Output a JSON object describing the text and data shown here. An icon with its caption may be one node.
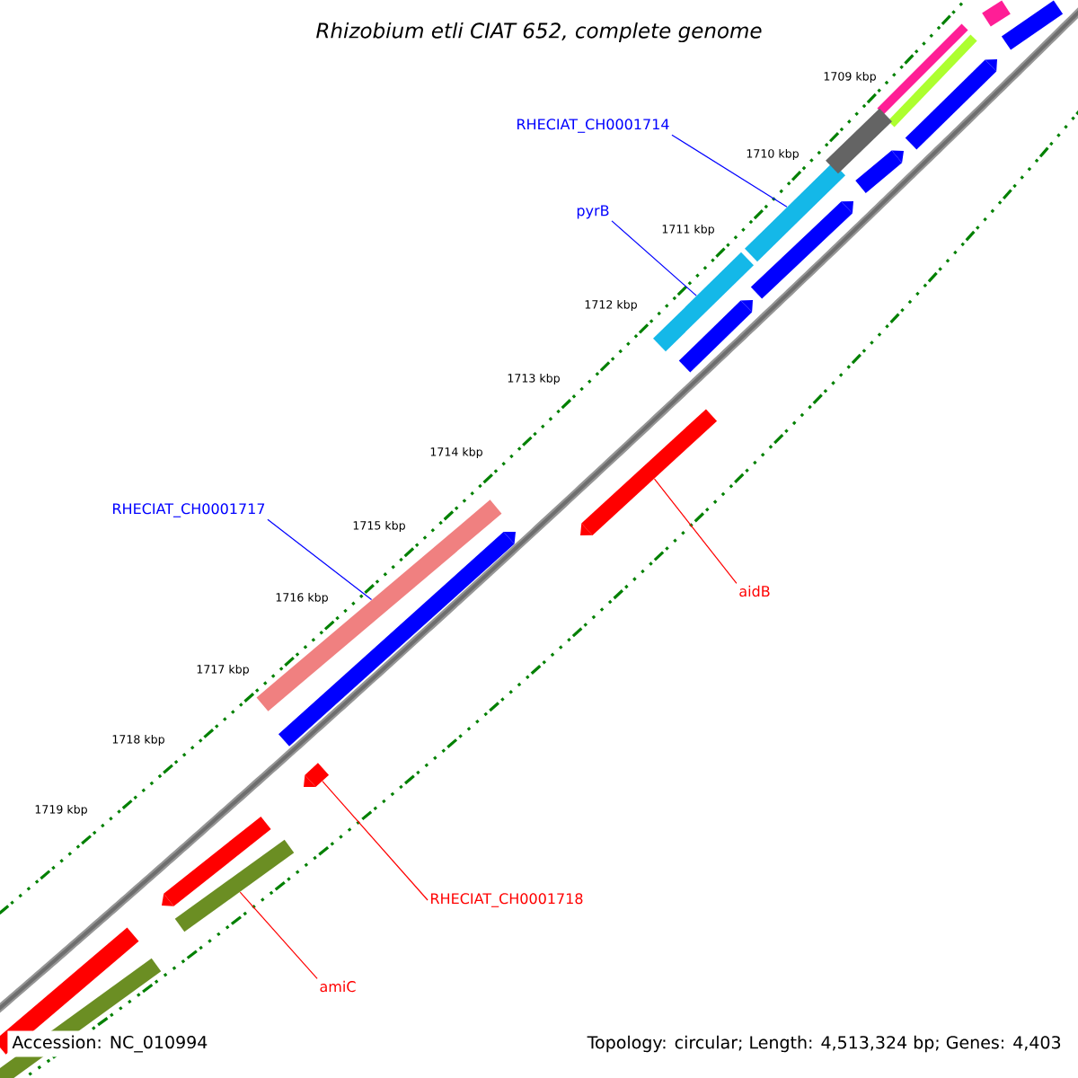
{
  "diagram": {
    "title": "Rhizobium etli CIAT 652, complete genome",
    "nodes": [
      {
        "text": [
          "RHECIAT_CH0001714"
        ]
      },
      {
        "text": [],
        "shape": "bar"
      },
      {
        "text": [
          "pyrB"
        ]
      },
      {
        "text": [],
        "shape": "bar"
      },
      {
        "text": [
          "RHECIAT_CH0001717"
        ]
      },
      {
        "text": [],
        "shape": "bar"
      },
      {
        "text": [
          "aidB"
        ]
      },
      {
        "text": [],
        "shape": "bar"
      },
      {
        "text": [
          "RHECIAT_CH0001718"
        ]
      },
      {
        "text": [],
        "shape": "bar"
      },
      {
        "text": [
          "amiC"
        ]
      },
      {
        "text": [],
        "shape": "bar"
      },
      {
        "text": [],
        "shape": "bar"
      },
      {
        "text": [],
        "shape": "bar"
      },
      {
        "text": [],
        "shape": "bar"
      },
      {
        "text": [],
        "shape": "bar"
      },
      {
        "text": [],
        "shape": "bar"
      },
      {
        "text": [],
        "shape": "bar"
      },
      {
        "text": [],
        "shape": "bar"
      },
      {
        "text": [],
        "shape": "bar"
      },
      {
        "text": [],
        "shape": "bar"
      },
      {
        "text": [],
        "shape": "bar"
      },
      {
        "text": [],
        "shape": "bar"
      },
      {
        "text": [],
        "shape": "bar"
      },
      {
        "text": [],
        "shape": "bar"
      }
    ],
    "edges": [
      {
        "from": 0,
        "to": 1,
        "arrow": "none",
        "color": "#0000ff"
      },
      {
        "from": 2,
        "to": 3,
        "arrow": "none",
        "color": "#0000ff"
      },
      {
        "from": 4,
        "to": 5,
        "arrow": "none",
        "color": "#0000ff"
      },
      {
        "from": 6,
        "to": 7,
        "arrow": "none",
        "color": "#ff0000"
      },
      {
        "from": 8,
        "to": 9,
        "arrow": "none",
        "color": "#ff0000"
      },
      {
        "from": 10,
        "to": 11,
        "arrow": "none",
        "color": "#ff0000"
      }
    ],
    "labels": [
      "1709 kbp",
      "1710 kbp",
      "1711 kbp",
      "1712 kbp",
      "1713 kbp",
      "1714 kbp",
      "1715 kbp",
      "1716 kbp",
      "1717 kbp",
      "1718 kbp",
      "1719 kbp",
      "Accession: NC_010994",
      "Topology: circular; Length: 4,513,324 bp; Genes: 4,403"
    ]
  }
}
